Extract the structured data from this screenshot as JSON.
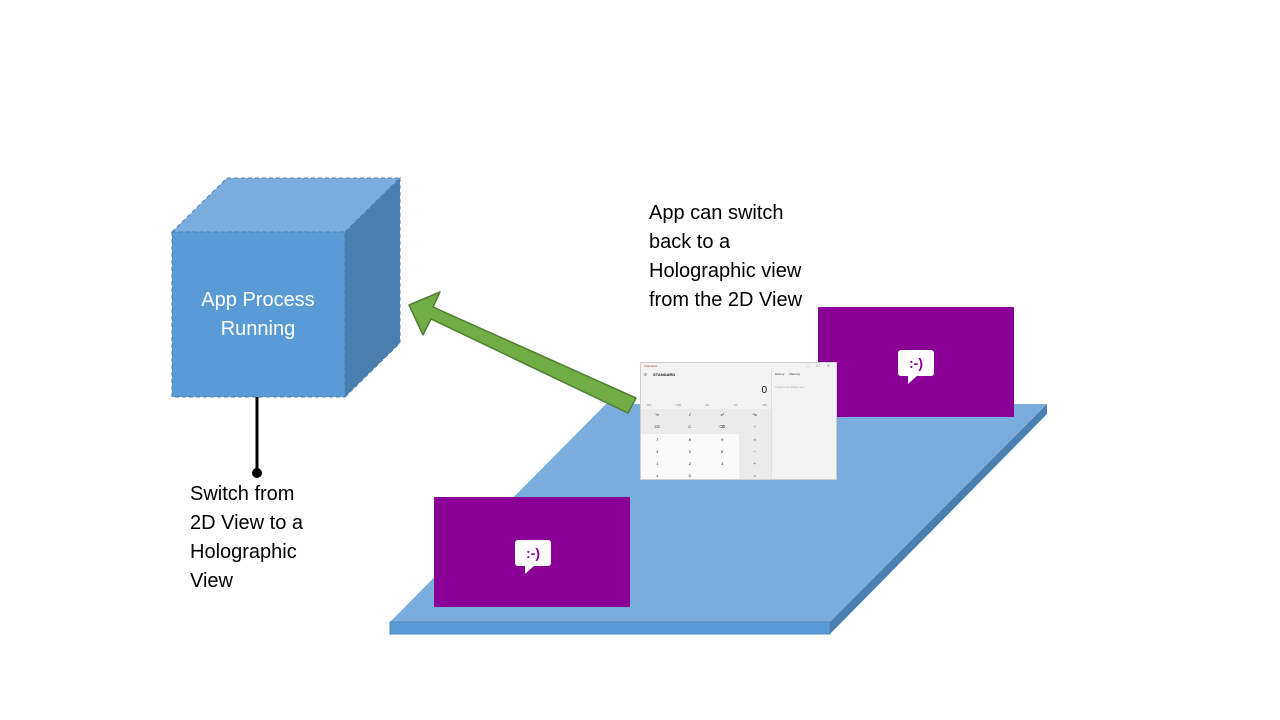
{
  "cube": {
    "label_line1": "App Process",
    "label_line2": "Running"
  },
  "labels": {
    "switch_to_holographic": [
      "Switch from",
      "2D View to a",
      "Holographic",
      "View"
    ],
    "switch_back": [
      "App can switch",
      "back to a",
      "Holographic view",
      "from the 2D View"
    ]
  },
  "tiles": [
    {
      "text": ":-)"
    },
    {
      "text": ":-)"
    }
  ],
  "calculator": {
    "app_title": "Calculator",
    "window_buttons": "– ☐ ✕",
    "menu_icon": "≡",
    "mode": "STANDARD",
    "display_value": "0",
    "memory_buttons": [
      "MC",
      "MR",
      "M+",
      "M-",
      "MS"
    ],
    "keys": [
      "%",
      "√",
      "x²",
      "¹/x",
      "CE",
      "C",
      "⌫",
      "÷",
      "7",
      "8",
      "9",
      "×",
      "4",
      "5",
      "6",
      "−",
      "1",
      "2",
      "3",
      "+",
      "±",
      "0",
      ".",
      "="
    ],
    "side_tabs": [
      "History",
      "Memory"
    ],
    "side_empty": "There's no history yet"
  },
  "colors": {
    "cube_front": "#5b9bd5",
    "cube_top": "#7aaddd",
    "cube_side": "#4a7fb0",
    "plane_top": "#7aaddd",
    "plane_edge": "#4f86c0",
    "tile": "#8a0096",
    "arrow": "#70ad47",
    "arrow_border": "#507e32"
  }
}
